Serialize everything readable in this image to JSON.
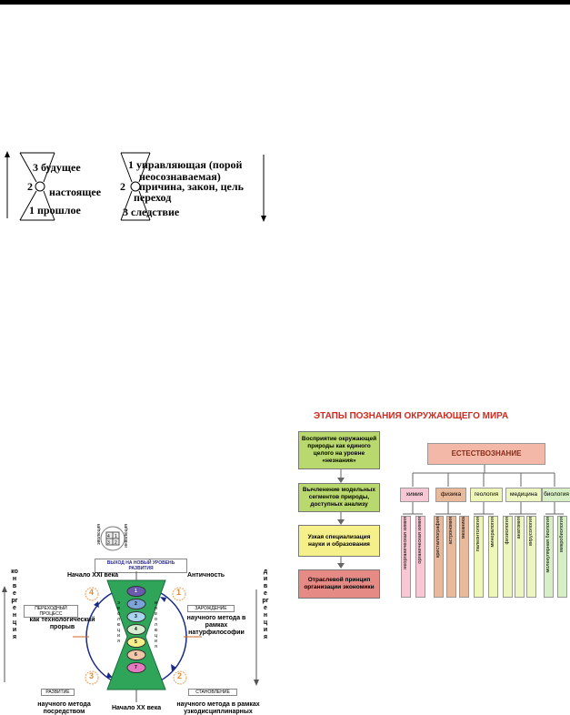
{
  "left_diagram": {
    "future": "3 будущее",
    "present_num": "2",
    "present": "настоящее",
    "past": "1 прошлое"
  },
  "right_diagram": {
    "line1": "1 управляющая (порой",
    "line2": "неосознаваемая)",
    "line3": "причина, закон, цель",
    "transition": "переход",
    "consequence": "3 следствие",
    "num2": "2"
  },
  "stages": {
    "title": "ЭТАПЫ ПОЗНАНИЯ ОКРУЖАЮЩЕГО МИРА",
    "steps": [
      "Восприятие окружающей природы как единого целого на уровне «незнания»",
      "Вычленение модельных сегментов природы, доступных анализу",
      "Узкая специализация науки и образования",
      "Отраслевой принцип организации экономики"
    ],
    "root": "ЕСТЕСТВОЗНАНИЕ",
    "categories": [
      "химия",
      "физика",
      "геология",
      "медицина",
      "биология"
    ],
    "subs": [
      "неорганическая химия",
      "органическая химия",
      "кристаллография",
      "астрономия",
      "механика",
      "палеонтология",
      "минералогия",
      "физиология",
      "анатомия",
      "вирусология",
      "молекулярная биология",
      "микробиология"
    ],
    "colors": {
      "step_green": "#b9d86e",
      "step_yellow": "#f5f08a",
      "step_red": "#e58a85",
      "root_bg": "#f4b8a8",
      "chem": "#f7c8d4",
      "phys": "#e9b99c",
      "geo": "#eef7b8",
      "med": "#edf6c0",
      "bio": "#d6efc4"
    }
  },
  "cycle": {
    "top_banner": "ВЫХОД НА НОВЫЙ УРОВЕНЬ РАЗВИТИЯ",
    "top_left": "Начало XXI века",
    "top_right": "Античность",
    "bottom": "Начало XX века",
    "left_vertical": "конвергенция",
    "right_vertical": "дивергенция",
    "q1_label": "ЗАРОЖДЕНИЕ",
    "q1_text": "научного метода в рамках натурфилософии",
    "q2_label": "СТАНОВЛЕНИЕ",
    "q2_text": "научного метода в рамках узкодисциплинарных направлений исследования",
    "q3_label": "РАЗВИТИЕ",
    "q3_text": "научного метода посредством интенсификации междисциплинарных и трансдисциплинарных исследований",
    "q4_label": "ПЕРЕХОДНЫЙ ПРОЦЕСС",
    "q4_text": "как технологический прорыв",
    "n1": "1",
    "n2": "2",
    "n3": "3",
    "n4": "4",
    "levels": [
      "1",
      "2",
      "3",
      "4",
      "5",
      "6",
      "7"
    ],
    "inner_left": "эволюция",
    "inner_right": "инволюция",
    "mini_left": "эволюция",
    "mini_right": "инволюция"
  }
}
